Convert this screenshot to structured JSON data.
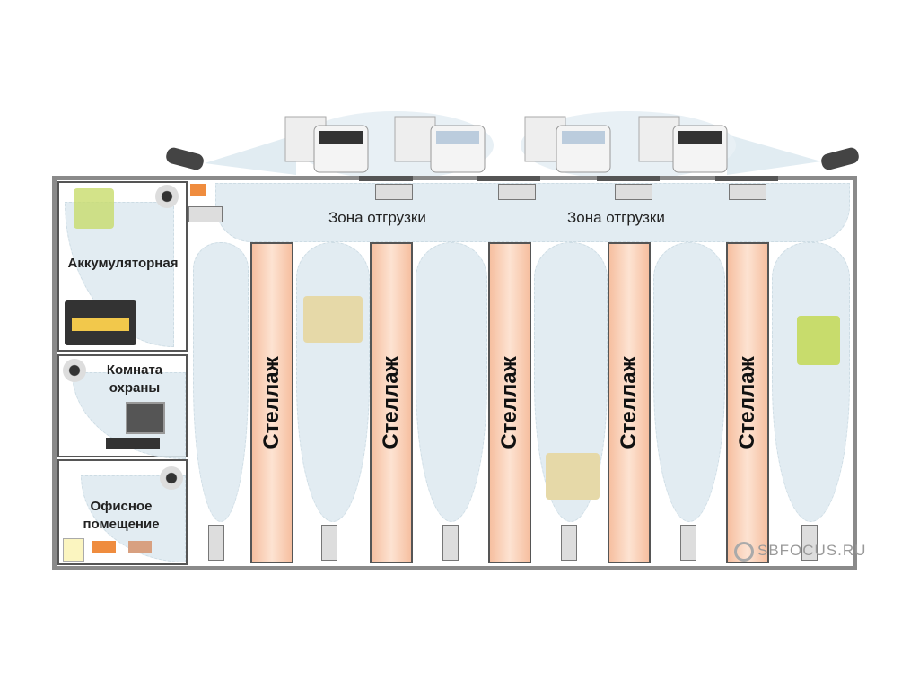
{
  "zones": {
    "loading_1": "Зона отгрузки",
    "loading_2": "Зона отгрузки"
  },
  "rooms": {
    "battery": "Аккумуляторная",
    "security_1": "Комната",
    "security_2": "охраны",
    "office_1": "Офисное",
    "office_2": "помещение"
  },
  "racks": [
    "Стеллаж",
    "Стеллаж",
    "Стеллаж",
    "Стеллаж",
    "Стеллаж"
  ],
  "watermark": "SBFOCUS.RU",
  "colors": {
    "rack": "#f6bfa0",
    "coverage": "#dde9f0",
    "wall": "#8a8a8a"
  }
}
